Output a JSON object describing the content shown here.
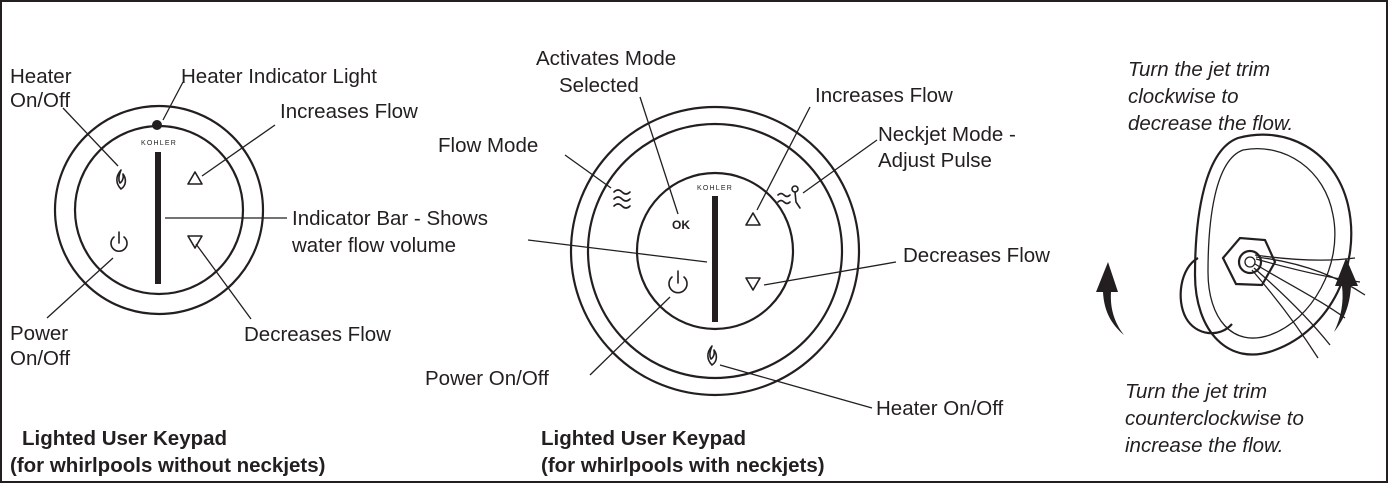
{
  "left_keypad": {
    "brand": "KOHLER",
    "labels": {
      "heater_line1": "Heater",
      "heater_line2": "On/Off",
      "heater_indicator": "Heater Indicator Light",
      "increases_flow": "Increases Flow",
      "indicator_bar_line1": "Indicator Bar - Shows",
      "indicator_bar_line2": "water flow volume",
      "power_line1": "Power",
      "power_line2": "On/Off",
      "decreases_flow": "Decreases Flow"
    },
    "caption_line1": "Lighted User Keypad",
    "caption_line2": "(for whirlpools without neckjets)"
  },
  "right_keypad": {
    "brand": "KOHLER",
    "ok_text": "OK",
    "labels": {
      "activates_line1": "Activates Mode",
      "activates_line2": "Selected",
      "flow_mode": "Flow Mode",
      "increases_flow": "Increases Flow",
      "neckjet_line1": "Neckjet Mode -",
      "neckjet_line2": "Adjust Pulse",
      "decreases_flow": "Decreases Flow",
      "power": "Power On/Off",
      "heater": "Heater On/Off"
    },
    "caption_line1": "Lighted User Keypad",
    "caption_line2": "(for whirlpools with neckjets)"
  },
  "jet_trim": {
    "top_note_line1": "Turn the jet trim",
    "top_note_line2": "clockwise to",
    "top_note_line3": "decrease the flow.",
    "bottom_note_line1": "Turn the jet trim",
    "bottom_note_line2": "counterclockwise to",
    "bottom_note_line3": "increase the flow."
  }
}
